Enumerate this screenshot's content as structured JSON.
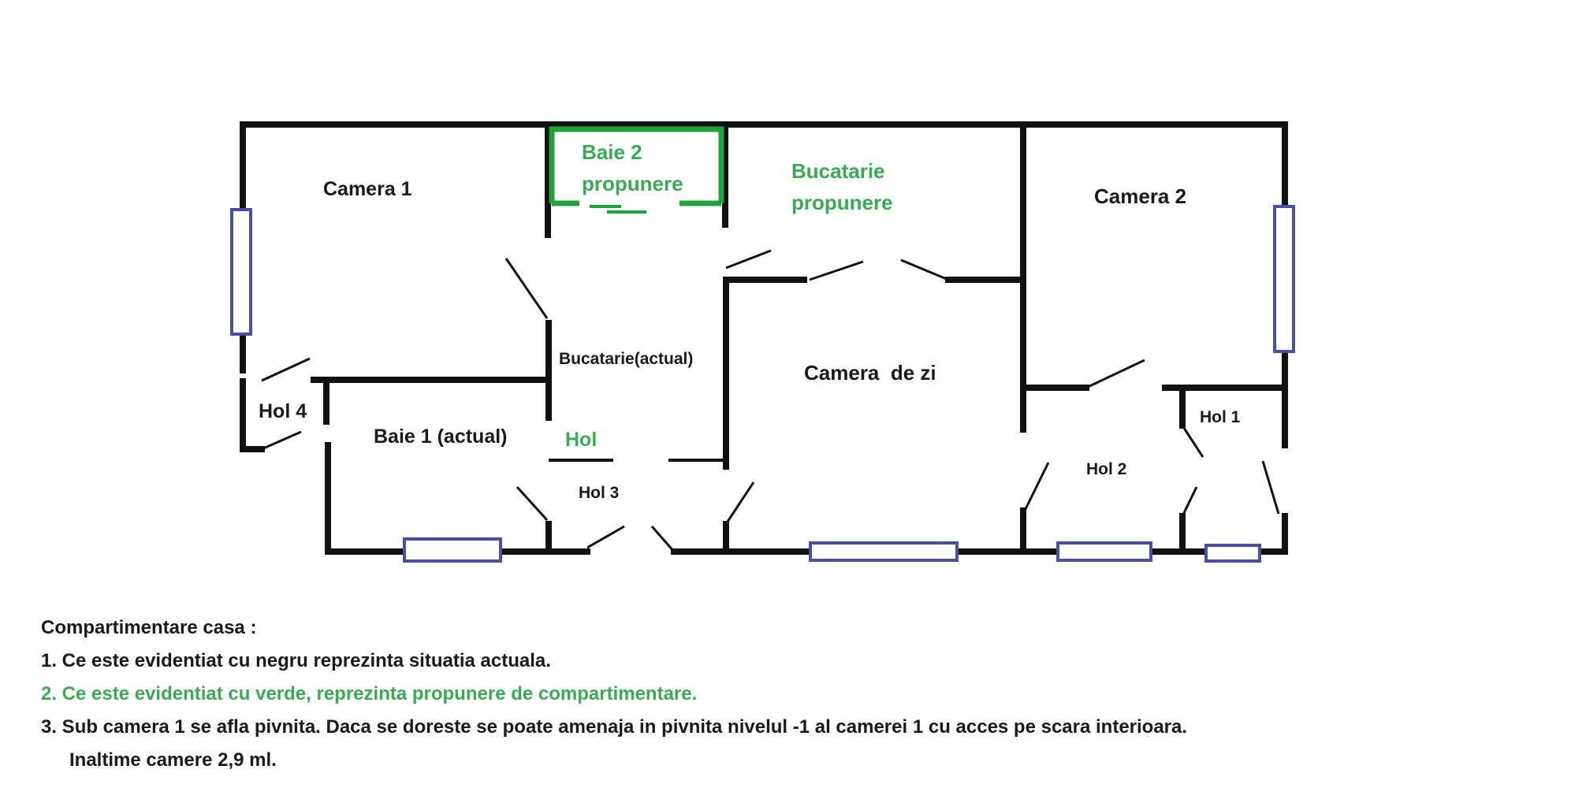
{
  "colors": {
    "wall": "#111111",
    "window": "#4a4fa6",
    "proposal": "#3aaa55",
    "proposal_wall": "#22a33a"
  },
  "rooms": {
    "camera1": "Camera 1",
    "baie2_line1": "Baie 2",
    "baie2_line2": "propunere",
    "bucatarie_prop_line1": "Bucatarie",
    "bucatarie_prop_line2": "propunere",
    "camera2": "Camera 2",
    "bucatarie_actual": "Bucatarie(actual)",
    "camera_de_zi": "Camera  de zi",
    "hol4": "Hol 4",
    "baie1": "Baie 1 (actual)",
    "hol_prop": "Hol",
    "hol3": "Hol 3",
    "hol2": "Hol 2",
    "hol1": "Hol 1"
  },
  "notes": {
    "title": "Compartimentare casa :",
    "item1": "1. Ce este evidentiat cu negru reprezinta situatia actuala.",
    "item2": "2. Ce este evidentiat cu verde, reprezinta propunere de compartimentare.",
    "item3": "3. Sub camera 1 se afla pivnita.  Daca se doreste se poate amenaja in pivnita nivelul -1 al camerei 1 cu acces pe scara interioara.",
    "item4": "Inaltime camere 2,9 ml."
  }
}
